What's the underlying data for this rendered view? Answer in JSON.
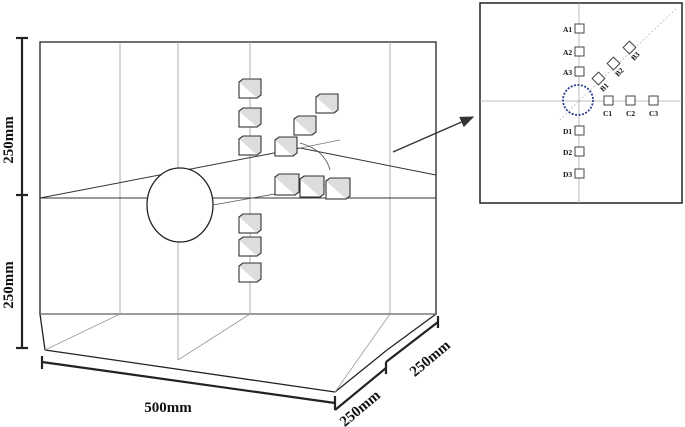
{
  "dimensions": {
    "top_height": "250mm",
    "bottom_height": "250mm",
    "width": "500mm",
    "depth_front": "250mm",
    "depth_right": "250mm"
  },
  "inset": {
    "labels": {
      "a1": "A1",
      "a2": "A2",
      "a3": "A3",
      "b1": "B1",
      "b2": "B2",
      "b3": "B3",
      "c1": "C1",
      "c2": "C2",
      "c3": "C3",
      "d1": "D1",
      "d2": "D2",
      "d3": "D3"
    }
  },
  "colors": {
    "line": "#222222",
    "light_line": "#9a9a9a",
    "circle_dash": "#2b3f8f"
  }
}
